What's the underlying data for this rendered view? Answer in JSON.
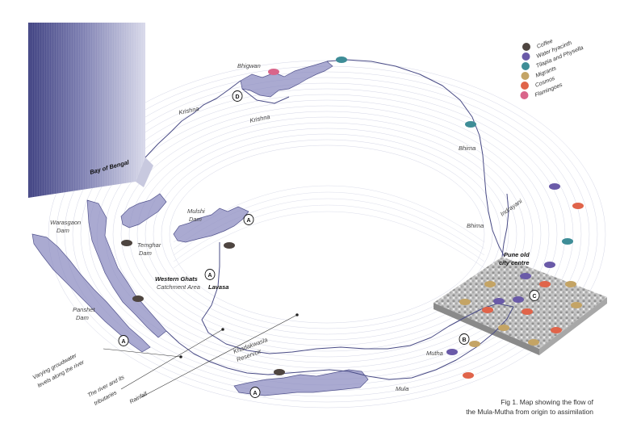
{
  "legend": [
    {
      "label": "Coffee",
      "color": "#4e4540"
    },
    {
      "label": "Water hyacinth",
      "color": "#6a5aa8"
    },
    {
      "label": "Tilapia and Physella",
      "color": "#3e8d97"
    },
    {
      "label": "Migrants",
      "color": "#c4a465"
    },
    {
      "label": "Cosmos",
      "color": "#e0644a"
    },
    {
      "label": "Flamingoes",
      "color": "#d9658a"
    }
  ],
  "labels": {
    "bay_of_bengal": "Bay of Bengal",
    "bhigwan": "Bhigwan",
    "krishna_1": "Krishna",
    "krishna_2": "Krishna",
    "bhima_1": "Bhima",
    "bhima_2": "Bhima",
    "indrayani": "Indrayani",
    "warasgaon_1": "Warasgaon",
    "warasgaon_2": "Dam",
    "temghar_1": "Temghar",
    "temghar_2": "Dam",
    "mulshi_1": "Mulshi",
    "mulshi_2": "Dam",
    "western_ghats_1": "Western Ghats",
    "western_ghats_2": "Catchment Area",
    "lavasa": "Lavasa",
    "panshet_1": "Panshet",
    "panshet_2": "Dam",
    "khadakwasla_1": "Khadakwasla",
    "khadakwasla_2": "Reservoir",
    "pune_1": "Pune old",
    "pune_2": "city centre",
    "mutha": "Mutha",
    "mula": "Mula"
  },
  "markers": {
    "a1": "A",
    "a2": "A",
    "a3": "A",
    "a4": "A",
    "b": "B",
    "c": "C",
    "d": "D"
  },
  "side_labels": {
    "groundwater_1": "Varying groudwater",
    "groundwater_2": "levels along the river",
    "tributaries_1": "The river and its",
    "tributaries_2": "tributaries",
    "rainfall": "Rainfall"
  },
  "caption": {
    "line1": "Fig 1. Map showing the flow of",
    "line2": "the Mula-Mutha from origin to assimilation"
  }
}
